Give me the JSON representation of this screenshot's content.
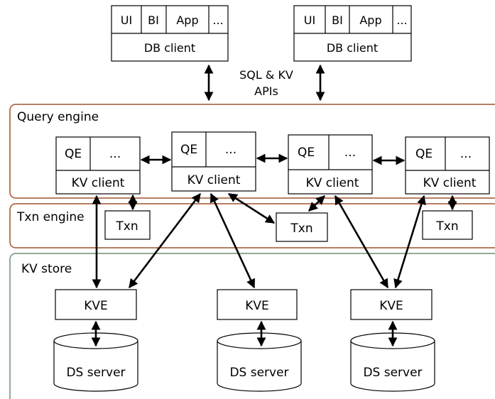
{
  "clients": [
    {
      "apps": [
        "UI",
        "BI",
        "App",
        "..."
      ],
      "label": "DB client"
    },
    {
      "apps": [
        "UI",
        "BI",
        "App",
        "..."
      ],
      "label": "DB client"
    }
  ],
  "api_label_line1": "SQL & KV",
  "api_label_line2": "APIs",
  "layers": {
    "query": {
      "label": "Query engine",
      "color": "#a0522d"
    },
    "txn": {
      "label": "Txn engine",
      "color": "#a0522d"
    },
    "kv": {
      "label": "KV store",
      "color": "#6f8f73"
    }
  },
  "query_nodes": [
    {
      "qe": "QE",
      "more": "...",
      "client": "KV client"
    },
    {
      "qe": "QE",
      "more": "...",
      "client": "KV client"
    },
    {
      "qe": "QE",
      "more": "...",
      "client": "KV client"
    },
    {
      "qe": "QE",
      "more": "...",
      "client": "KV client"
    }
  ],
  "txn_nodes": [
    "Txn",
    "Txn",
    "Txn"
  ],
  "kve_nodes": [
    "KVE",
    "KVE",
    "KVE"
  ],
  "ds_nodes": [
    "DS server",
    "DS server",
    "DS server"
  ]
}
